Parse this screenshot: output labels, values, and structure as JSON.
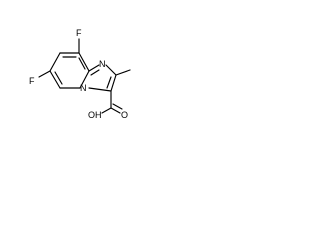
{
  "molecule": {
    "labels": {
      "f_top": "F",
      "f_left": "F",
      "n_ring": "N",
      "n_bridge": "N",
      "oh": "OH",
      "o_carbonyl": "O"
    },
    "colors": {
      "ink": "#000000",
      "background": "#ffffff"
    }
  }
}
